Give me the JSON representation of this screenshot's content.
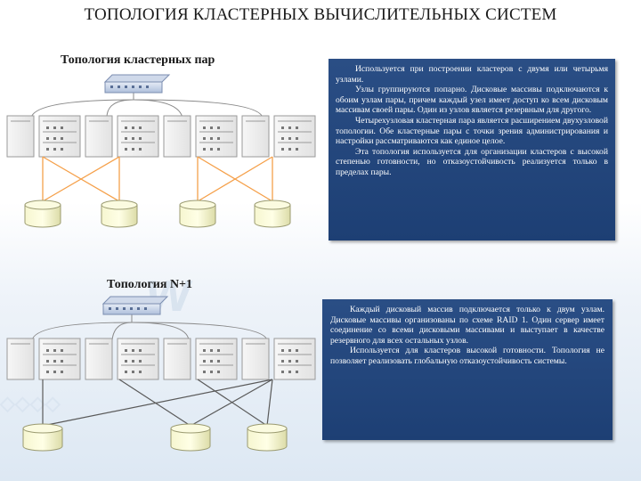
{
  "title": "ТОПОЛОГИЯ КЛАСТЕРНЫХ ВЫЧИСЛИТЕЛЬНЫХ СИСТЕМ",
  "section1": {
    "heading": "Топология кластерных пар",
    "paragraphs": [
      "Используется при построении кластеров с двумя или четырьмя узлами.",
      "Узлы группируются попарно. Дисковые массивы подключаются к обоим узлам пары, причем каждый узел имеет доступ ко всем дисковым массивам своей пары. Один из узлов является резервным для другого.",
      "Четырехузловая кластерная пара является расширением двухузловой топологии. Обе кластерные пары с точки зрения администрирования и настройки рассматриваются как единое целое.",
      "Эта топология используется для организации кластеров с высокой степенью готовности, но отказоустойчивость реализуется только в пределах пары."
    ]
  },
  "section2": {
    "heading": "Топология N+1",
    "paragraphs": [
      "Каждый дисковый массив подключается только к двум узлам. Дисковые массивы организованы по схеме RAID 1. Один сервер имеет соединение со всеми дисковыми массивами и выступает в качестве резервного для всех остальных узлов.",
      "Используется для кластеров высокой готовности. Топология не позволяет реализовать глобальную отказоустойчивость системы."
    ]
  },
  "colors": {
    "textbox_bg": "#1f4177",
    "server_fill": "#f4f4f4",
    "link_orange": "#f5a04a",
    "link_dark": "#5a5a5a",
    "disk_fill": "#f3f3c8"
  }
}
